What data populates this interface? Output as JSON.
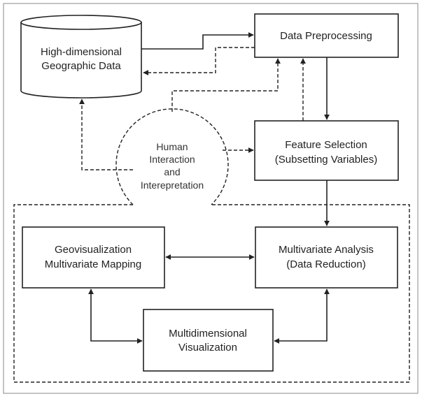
{
  "nodes": {
    "geo_data": {
      "line1": "High-dimensional",
      "line2": "Geographic Data"
    },
    "preprocessing": {
      "label": "Data Preprocessing"
    },
    "feature_selection": {
      "line1": "Feature Selection",
      "line2": "(Subsetting Variables)"
    },
    "human": {
      "line1": "Human",
      "line2": "Interaction",
      "line3": "and",
      "line4": "Interepretation"
    },
    "geovis": {
      "line1": "Geovisualization",
      "line2": "Multivariate Mapping"
    },
    "multivariate": {
      "line1": "Multivariate Analysis",
      "line2": "(Data Reduction)"
    },
    "multidim": {
      "line1": "Multidimensional",
      "line2": "Visualization"
    }
  },
  "colors": {
    "stroke": "#222222",
    "background": "#ffffff"
  }
}
